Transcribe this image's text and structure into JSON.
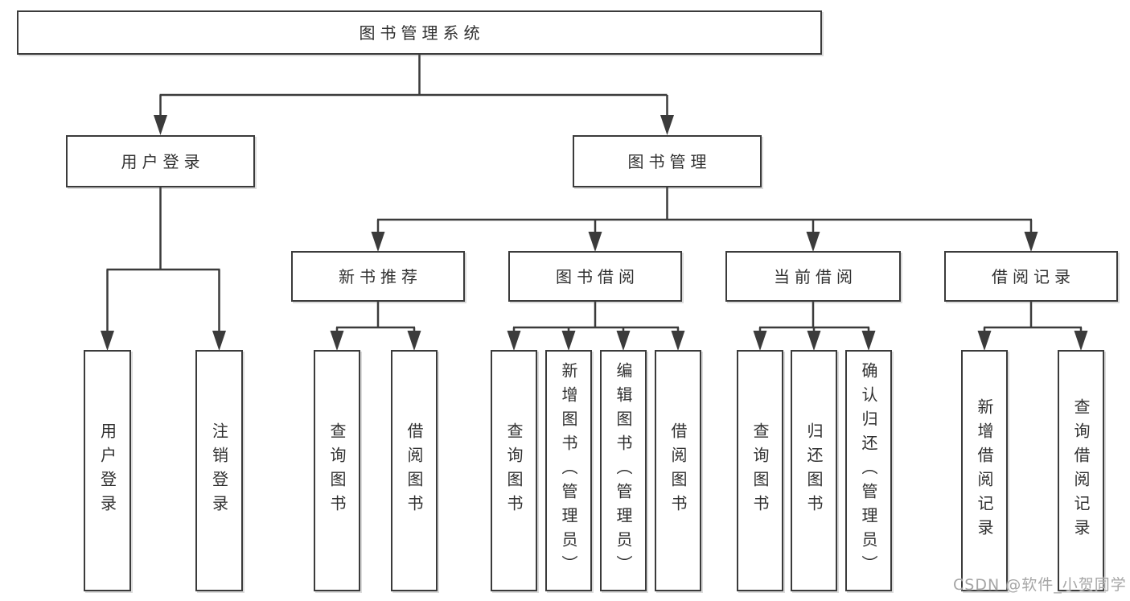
{
  "diagram": {
    "title": "图书管理系统",
    "level2": {
      "user_login": {
        "label": "用户登录"
      },
      "book_mgmt": {
        "label": "图书管理"
      }
    },
    "level3": {
      "new_book_rec": {
        "label": "新书推荐",
        "parent": "图书管理"
      },
      "book_borrow": {
        "label": "图书借阅",
        "parent": "图书管理"
      },
      "current_borrow": {
        "label": "当前借阅",
        "parent": "图书管理"
      },
      "borrow_records": {
        "label": "借阅记录",
        "parent": "图书管理"
      }
    },
    "leaves": {
      "user_login_leaf": {
        "label": "用户登录",
        "parent": "用户登录"
      },
      "logout_leaf": {
        "label": "注销登录",
        "parent": "用户登录"
      },
      "query_book_1": {
        "label": "查询图书",
        "parent": "新书推荐"
      },
      "borrow_book_1": {
        "label": "借阅图书",
        "parent": "新书推荐"
      },
      "query_book_2": {
        "label": "查询图书",
        "parent": "图书借阅"
      },
      "add_book": {
        "label": "新增图书（管理员）",
        "parent": "图书借阅"
      },
      "edit_book": {
        "label": "编辑图书（管理员）",
        "parent": "图书借阅"
      },
      "borrow_book_2": {
        "label": "借阅图书",
        "parent": "图书借阅"
      },
      "query_book_3": {
        "label": "查询图书",
        "parent": "当前借阅"
      },
      "return_book": {
        "label": "归还图书",
        "parent": "当前借阅"
      },
      "confirm_return": {
        "label": "确认归还（管理员）",
        "parent": "当前借阅"
      },
      "add_record": {
        "label": "新增借阅记录",
        "parent": "借阅记录"
      },
      "query_record": {
        "label": "查询借阅记录",
        "parent": "借阅记录"
      }
    }
  },
  "watermark": {
    "text": "CSDN @软件_小贺同学"
  },
  "colors": {
    "line": "#3b3b3b",
    "box_border": "#3b3b3b",
    "text": "#303030",
    "watermark": "#a6a6a6",
    "background": "#ffffff"
  }
}
